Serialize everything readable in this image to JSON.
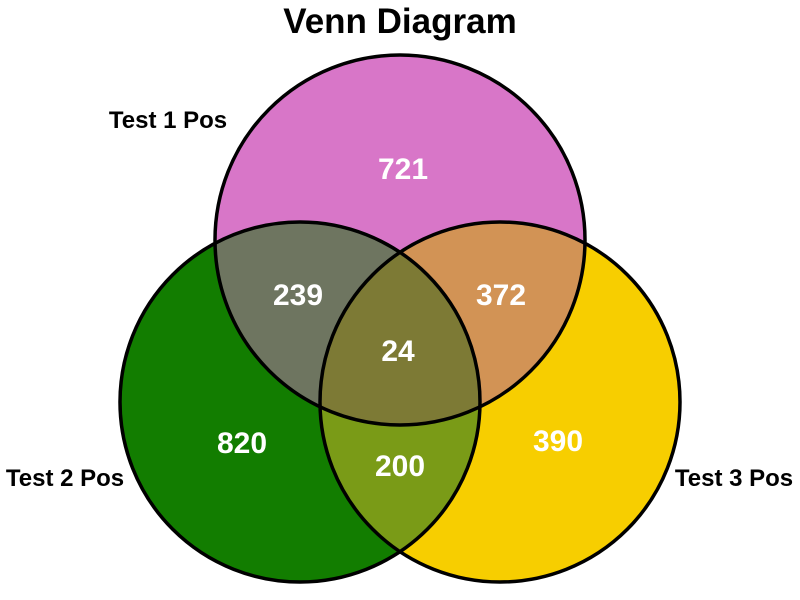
{
  "title": "Venn Diagram",
  "background_color": "#FFFFFF",
  "outline_color": "#000000",
  "count_text_color": "#FFFFFF",
  "label_text_color": "#000000",
  "sets": [
    {
      "label": "Test 1 Pos",
      "exclusive_count": 721,
      "color": "#D876C8"
    },
    {
      "label": "Test 2 Pos",
      "exclusive_count": 820,
      "color": "#127D00"
    },
    {
      "label": "Test 3 Pos",
      "exclusive_count": 390,
      "color": "#F7CE00"
    }
  ],
  "overlaps": {
    "test1_test2": {
      "count": 239,
      "color": "#6E7560"
    },
    "test1_test3": {
      "count": 372,
      "color": "#D29355"
    },
    "test2_test3": {
      "count": 200,
      "color": "#7A9B17"
    },
    "test1_test2_test3": {
      "count": 24,
      "color": "#7D7A35"
    }
  },
  "chart_data": {
    "type": "venn",
    "title": "Venn Diagram",
    "sets": [
      "Test 1 Pos",
      "Test 2 Pos",
      "Test 3 Pos"
    ],
    "regions": [
      {
        "sets": [
          "Test 1 Pos"
        ],
        "value": 721
      },
      {
        "sets": [
          "Test 2 Pos"
        ],
        "value": 820
      },
      {
        "sets": [
          "Test 3 Pos"
        ],
        "value": 390
      },
      {
        "sets": [
          "Test 1 Pos",
          "Test 2 Pos"
        ],
        "value": 239
      },
      {
        "sets": [
          "Test 1 Pos",
          "Test 3 Pos"
        ],
        "value": 372
      },
      {
        "sets": [
          "Test 2 Pos",
          "Test 3 Pos"
        ],
        "value": 200
      },
      {
        "sets": [
          "Test 1 Pos",
          "Test 2 Pos",
          "Test 3 Pos"
        ],
        "value": 24
      }
    ],
    "legend_position": "none",
    "grid": false
  }
}
